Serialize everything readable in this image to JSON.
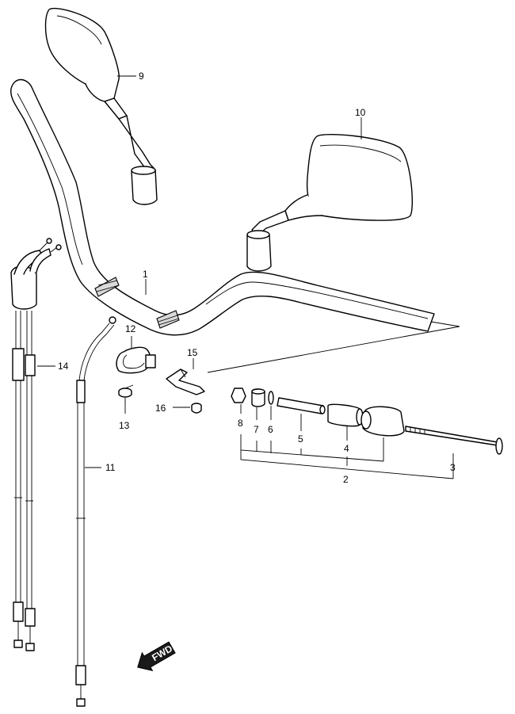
{
  "callouts": {
    "p1": "1",
    "p2": "2",
    "p3": "3",
    "p4": "4",
    "p5": "5",
    "p6": "6",
    "p7": "7",
    "p8": "8",
    "p9": "9",
    "p10": "10",
    "p11": "11",
    "p12": "12",
    "p13": "13",
    "p14": "14",
    "p15": "15",
    "p16": "16"
  },
  "fwd_badge": "FWD"
}
